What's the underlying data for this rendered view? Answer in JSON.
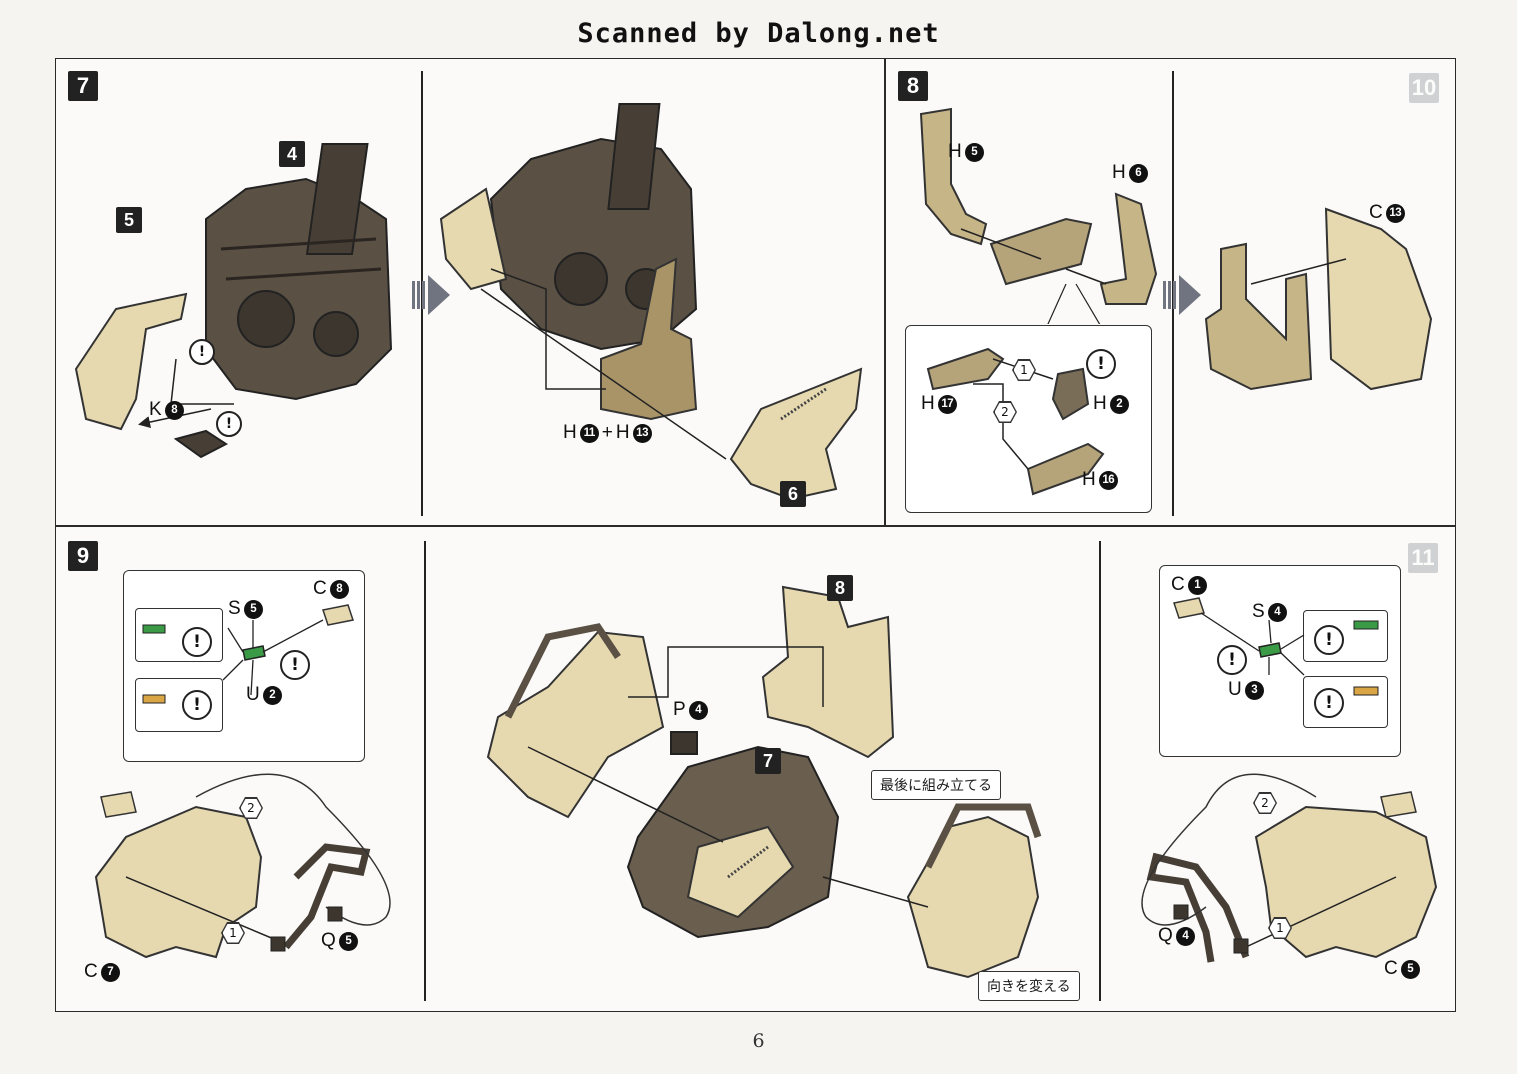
{
  "header": {
    "scanner_text": "Scanned by Dalong.net"
  },
  "page": {
    "number": "6"
  },
  "steps": {
    "s7": {
      "number": "7",
      "labels": {
        "assembly_4": "4",
        "assembly_5": "5",
        "assembly_6": "6",
        "part_k": {
          "letter": "K",
          "num": "8"
        },
        "part_h_a": {
          "letter": "H",
          "num": "11"
        },
        "plus": "+",
        "part_h_b": {
          "letter": "H",
          "num": "13"
        }
      }
    },
    "s8": {
      "number": "8",
      "labels": {
        "h5": {
          "letter": "H",
          "num": "5"
        },
        "h6": {
          "letter": "H",
          "num": "6"
        },
        "h17": {
          "letter": "H",
          "num": "17"
        },
        "h2": {
          "letter": "H",
          "num": "2"
        },
        "h16": {
          "letter": "H",
          "num": "16"
        },
        "c13": {
          "letter": "C",
          "num": "13"
        },
        "order1": "1",
        "order2": "2"
      }
    },
    "s9": {
      "number": "9",
      "labels": {
        "s5": {
          "letter": "S",
          "num": "5"
        },
        "c8": {
          "letter": "C",
          "num": "8"
        },
        "u2": {
          "letter": "U",
          "num": "2"
        },
        "c7": {
          "letter": "C",
          "num": "7"
        },
        "q5": {
          "letter": "Q",
          "num": "5"
        },
        "assembly_8": "8",
        "assembly_7": "7",
        "p4": {
          "letter": "P",
          "num": "4"
        },
        "note_last": "最後に組み立てる",
        "note_turn": "向きを変える",
        "c1": {
          "letter": "C",
          "num": "1"
        },
        "s4": {
          "letter": "S",
          "num": "4"
        },
        "u3": {
          "letter": "U",
          "num": "3"
        },
        "q4": {
          "letter": "Q",
          "num": "4"
        },
        "c5": {
          "letter": "C",
          "num": "5"
        },
        "order1": "1",
        "order2": "2"
      }
    },
    "ghost_badges": {
      "b10": "10",
      "b11": "11"
    },
    "warning_mark": "!"
  },
  "colors": {
    "dark_part": "#5a5044",
    "light_part": "#e6d9b0",
    "mid_part": "#c6b587",
    "green_stripe": "#3a9a45",
    "yellow_stripe": "#d9a545"
  }
}
